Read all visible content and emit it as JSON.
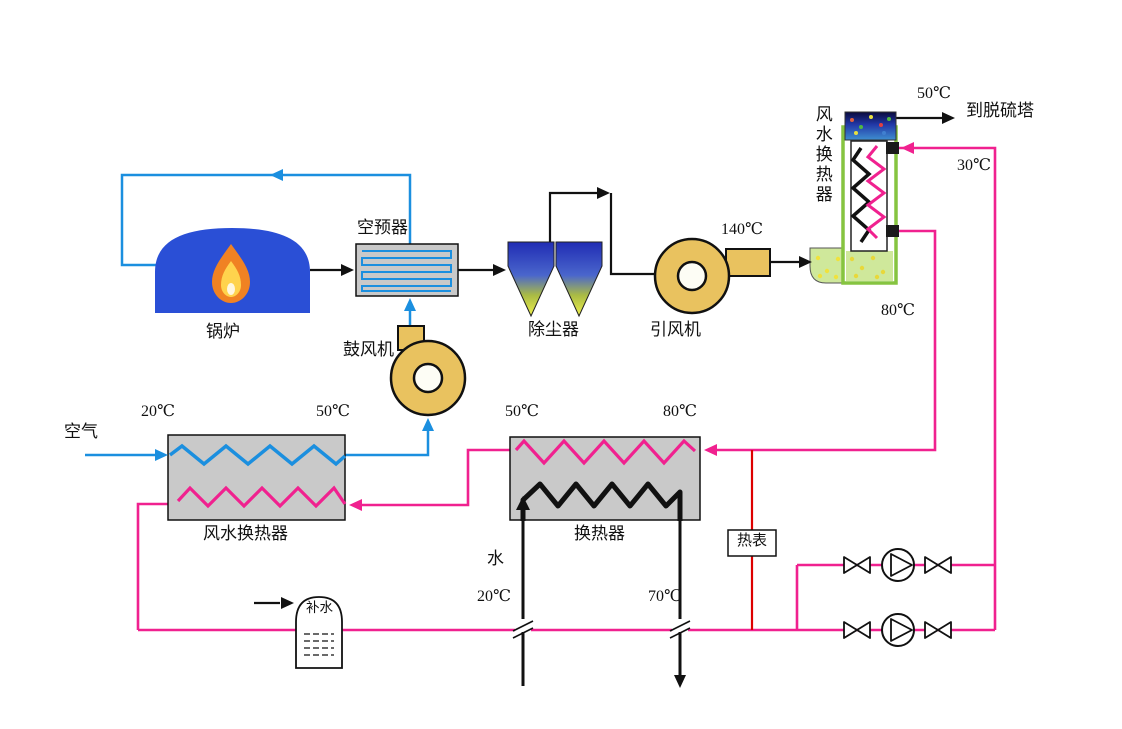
{
  "labels": {
    "boiler": "锅炉",
    "air_preheater": "空预器",
    "blower": "鼓风机",
    "dust_collector": "除尘器",
    "induced_fan": "引风机",
    "flue_gas_hx_vertical": "风水换热器",
    "air_water_hx": "风水换热器",
    "heat_exchanger": "换热器",
    "heat_meter": "热表",
    "makeup_water": "补水",
    "air_in": "空气",
    "water_in": "水",
    "to_desulfurizer": "到脱硫塔"
  },
  "temperatures": {
    "stack_out": "50℃",
    "return_water": "30℃",
    "fan_out": "140℃",
    "hot_water": "80℃",
    "air_inlet": "20℃",
    "air_outlet": "50℃",
    "hx_water_in": "50℃",
    "hx_water_hot": "80℃",
    "cold_water_in": "20℃",
    "warm_water_out": "70℃"
  },
  "colors": {
    "air_line": "#1b8fdf",
    "hot_water_line": "#f0218f",
    "meter_line": "#dd0000",
    "fan_fill": "#e9c25f",
    "gray_box": "#c9c9c9",
    "boiler_blue": "#2a4fd6",
    "green_frame": "#86c440"
  }
}
